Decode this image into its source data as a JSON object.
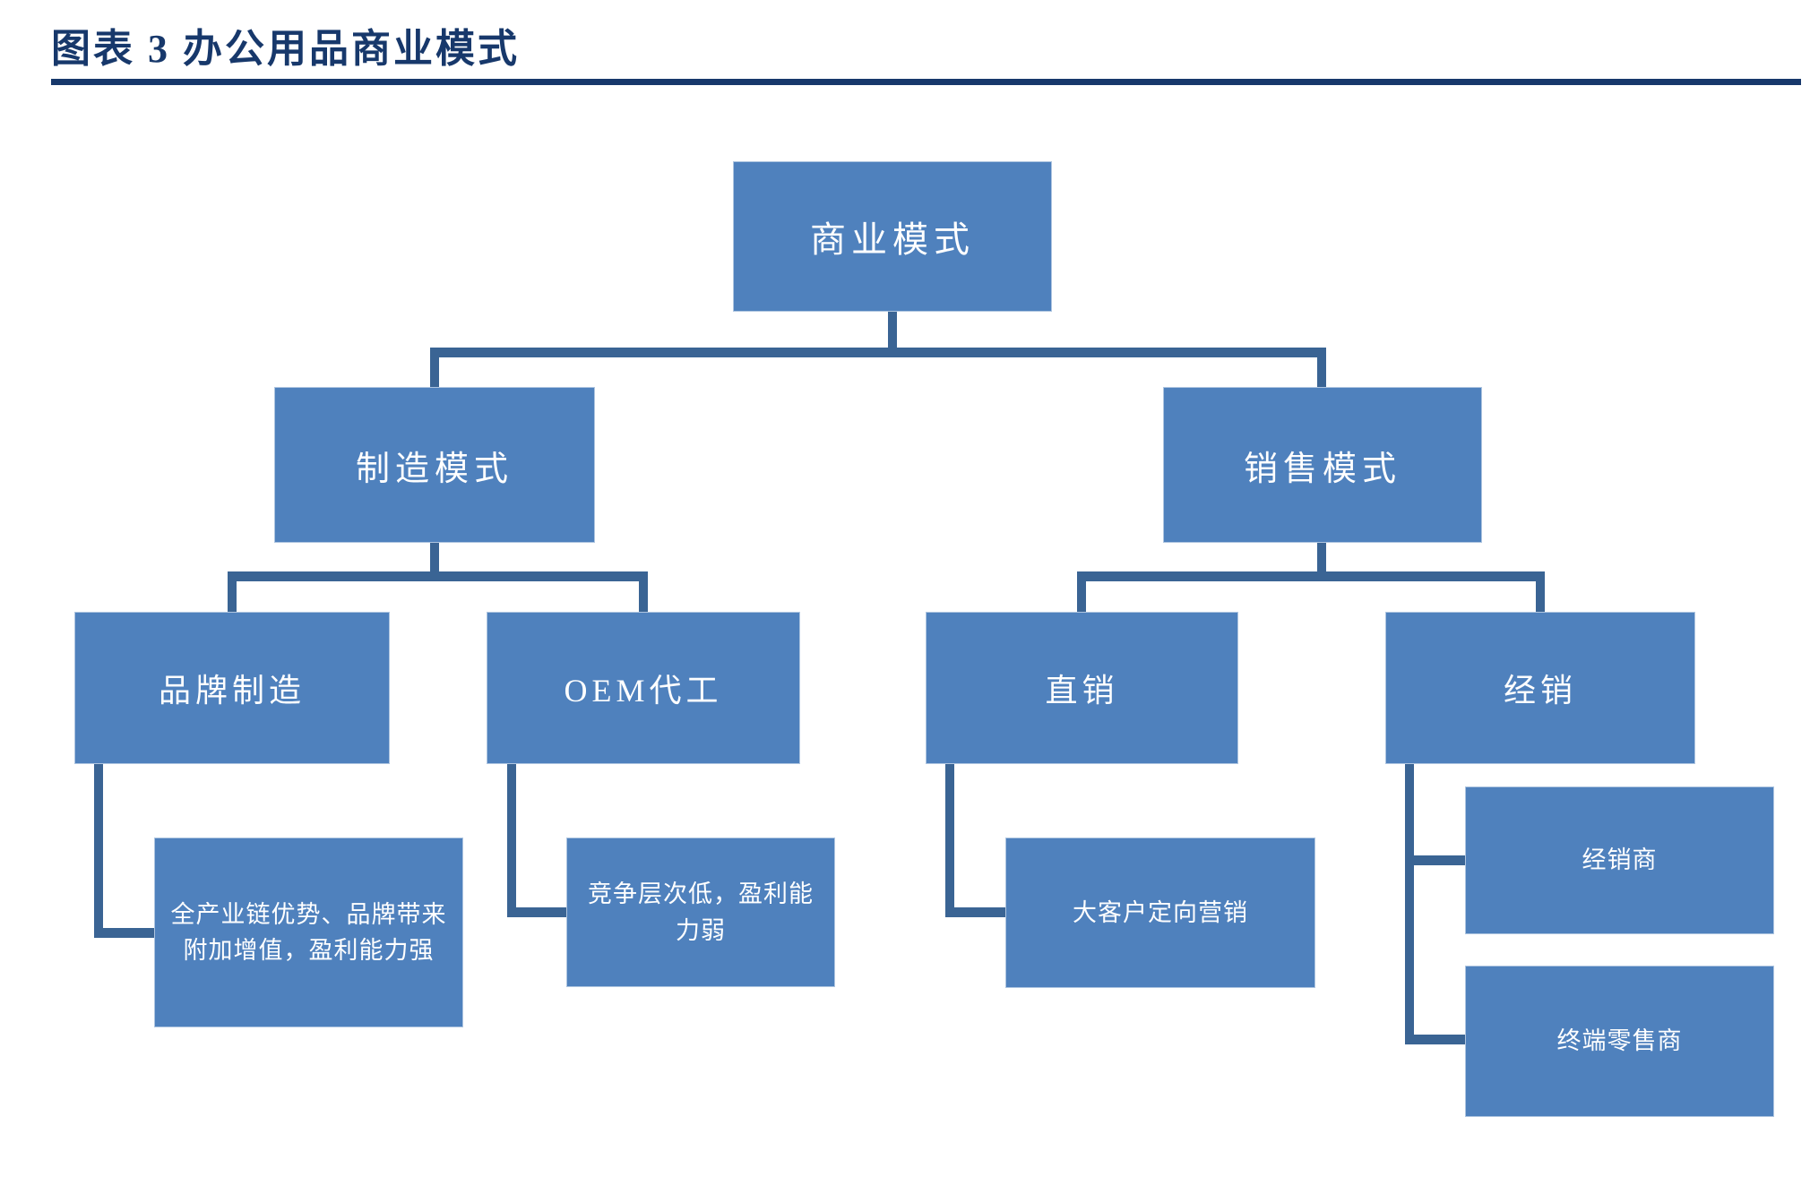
{
  "title": "图表 3  办公用品商业模式",
  "colors": {
    "box_fill": "#4F81BD",
    "box_border": "#AEC5E0",
    "connector": "#3A6494",
    "title_text": "#17386B",
    "background": "#FFFFFF",
    "box_text": "#FFFFFF"
  },
  "nodes": {
    "root": "商业模式",
    "manufacturing": "制造模式",
    "sales": "销售模式",
    "brand": "品牌制造",
    "oem": "OEM代工",
    "direct": "直销",
    "distribution": "经销",
    "brand_note": "全产业链优势、品牌带来附加增值，盈利能力强",
    "oem_note": "竞争层次低，盈利能力弱",
    "direct_note": "大客户定向营销",
    "distributor": "经销商",
    "retailer": "终端零售商"
  },
  "diagram": {
    "type": "hierarchy-flowchart",
    "root": {
      "label": "商业模式",
      "children": [
        {
          "label": "制造模式",
          "children": [
            {
              "label": "品牌制造",
              "children": [
                {
                  "label": "全产业链优势、品牌带来附加增值，盈利能力强"
                }
              ]
            },
            {
              "label": "OEM代工",
              "children": [
                {
                  "label": "竞争层次低，盈利能力弱"
                }
              ]
            }
          ]
        },
        {
          "label": "销售模式",
          "children": [
            {
              "label": "直销",
              "children": [
                {
                  "label": "大客户定向营销"
                }
              ]
            },
            {
              "label": "经销",
              "children": [
                {
                  "label": "经销商"
                },
                {
                  "label": "终端零售商"
                }
              ]
            }
          ]
        }
      ]
    }
  }
}
